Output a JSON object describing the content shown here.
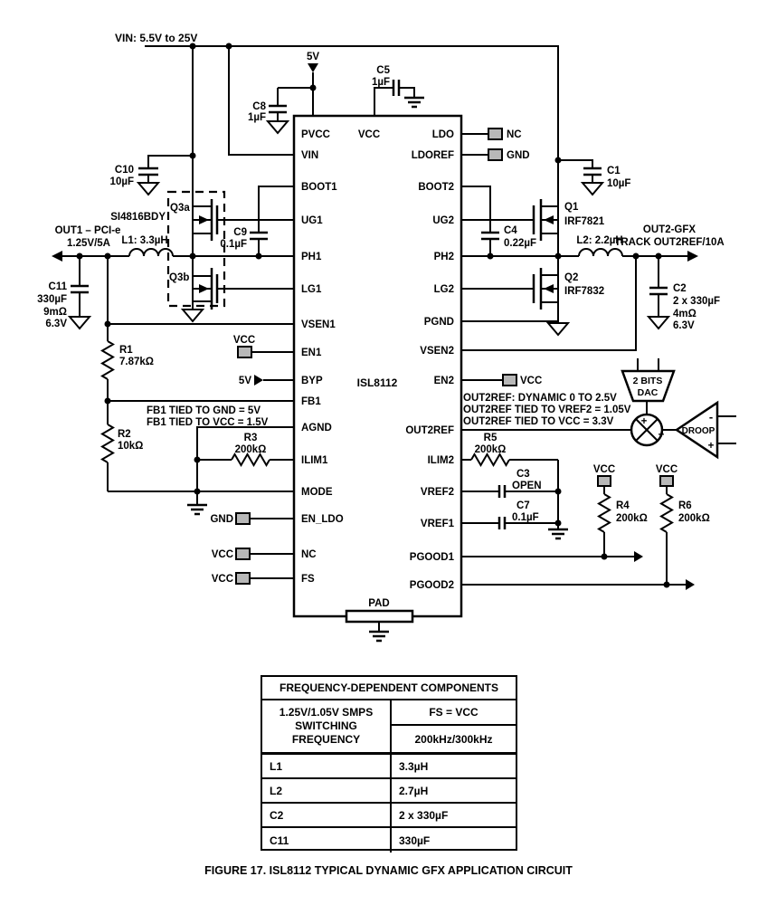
{
  "figure_caption": "FIGURE 17.  ISL8112 TYPICAL DYNAMIC GFX APPLICATION CIRCUIT",
  "ic": {
    "name": "ISL8112",
    "pad": "PAD",
    "vcc_top": "VCC",
    "left_pins": [
      "PVCC",
      "VIN",
      "BOOT1",
      "UG1",
      "PH1",
      "LG1",
      "VSEN1",
      "EN1",
      "BYP",
      "FB1",
      "AGND",
      "ILIM1",
      "MODE",
      "EN_LDO",
      "NC",
      "FS"
    ],
    "right_pins": [
      "LDO",
      "LDOREF",
      "BOOT2",
      "UG2",
      "PH2",
      "LG2",
      "PGND",
      "VSEN2",
      "EN2",
      "OUT2REF",
      "ILIM2",
      "VREF2",
      "VREF1",
      "PGOOD1",
      "PGOOD2"
    ]
  },
  "power": {
    "vin_rail": "VIN: 5.5V to 25V",
    "five_v": "5V"
  },
  "pads": {
    "vcc": "VCC",
    "gnd": "GND",
    "nc": "NC"
  },
  "components": {
    "c1": {
      "ref": "C1",
      "val": "10µF"
    },
    "c2": {
      "ref": "C2",
      "val": "2 x 330µF",
      "esr": "4mΩ",
      "volt": "6.3V"
    },
    "c3": {
      "ref": "C3",
      "val": "OPEN"
    },
    "c4": {
      "ref": "C4",
      "val": "0.22µF"
    },
    "c5": {
      "ref": "C5",
      "val": "1µF"
    },
    "c7": {
      "ref": "C7",
      "val": "0.1µF"
    },
    "c8": {
      "ref": "C8",
      "val": "1µF"
    },
    "c9": {
      "ref": "C9",
      "val": "0.1µF"
    },
    "c10": {
      "ref": "C10",
      "val": "10µF"
    },
    "c11": {
      "ref": "C11",
      "val": "330µF",
      "esr": "9mΩ",
      "volt": "6.3V"
    },
    "r1": {
      "ref": "R1",
      "val": "7.87kΩ"
    },
    "r2": {
      "ref": "R2",
      "val": "10kΩ"
    },
    "r3": {
      "ref": "R3",
      "val": "200kΩ"
    },
    "r4": {
      "ref": "R4",
      "val": "200kΩ"
    },
    "r5": {
      "ref": "R5",
      "val": "200kΩ"
    },
    "r6": {
      "ref": "R6",
      "val": "200kΩ"
    },
    "q1": {
      "ref": "Q1",
      "part": "IRF7821"
    },
    "q2": {
      "ref": "Q2",
      "part": "IRF7832"
    },
    "q3": {
      "part": "SI4816BDY",
      "a": "Q3a",
      "b": "Q3b"
    },
    "l1": {
      "label": "L1: 3.3µH"
    },
    "l2": {
      "label": "L2: 2.2µH"
    }
  },
  "outputs": {
    "out1_line1": "OUT1 – PCI-e",
    "out1_line2": "1.25V/5A",
    "out2_line1": "OUT2-GFX",
    "out2_line2": "TRACK OUT2REF/10A"
  },
  "notes": {
    "fb1_1": "FB1 TIED TO GND = 5V",
    "fb1_2": "FB1 TIED TO VCC = 1.5V",
    "out2ref_1": "OUT2REF: DYNAMIC 0 TO 2.5V",
    "out2ref_2": "OUT2REF TIED TO VREF2 = 1.05V",
    "out2ref_3": "OUT2REF TIED TO VCC = 3.3V"
  },
  "blocks": {
    "dac_1": "2 BITS",
    "dac_2": "DAC",
    "droop": "DROOP",
    "plus": "+",
    "minus": "-"
  },
  "table": {
    "title": "FREQUENCY-DEPENDENT COMPONENTS",
    "col1_line1": "1.25V/1.05V SMPS",
    "col1_line2": "SWITCHING",
    "col1_line3": "FREQUENCY",
    "col2_top": "FS = VCC",
    "col2_bottom": "200kHz/300kHz",
    "rows": [
      {
        "c": "L1",
        "v": "3.3µH"
      },
      {
        "c": "L2",
        "v": "2.7µH"
      },
      {
        "c": "C2",
        "v": "2 x 330µF"
      },
      {
        "c": "C11",
        "v": "330µF"
      }
    ]
  }
}
